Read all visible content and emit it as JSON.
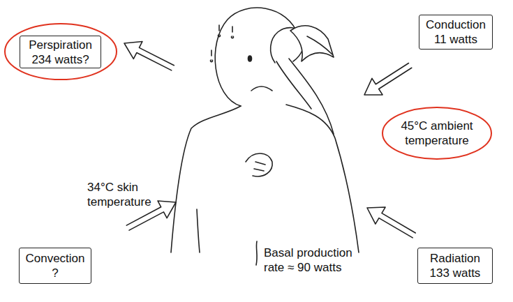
{
  "diagram": {
    "nodes": [
      {
        "text": [
          "Perspiration 234 watts?"
        ]
      },
      {
        "text": [
          "Conduction 11 watts"
        ]
      },
      {
        "text": [
          "45°C ambient temperature"
        ]
      },
      {
        "text": [
          "Convection ?"
        ]
      },
      {
        "text": [
          "Radiation 133 watts"
        ]
      }
    ],
    "labels": [
      "34°C skin temperature",
      "Basal production rate ≈ 90 watts"
    ]
  }
}
